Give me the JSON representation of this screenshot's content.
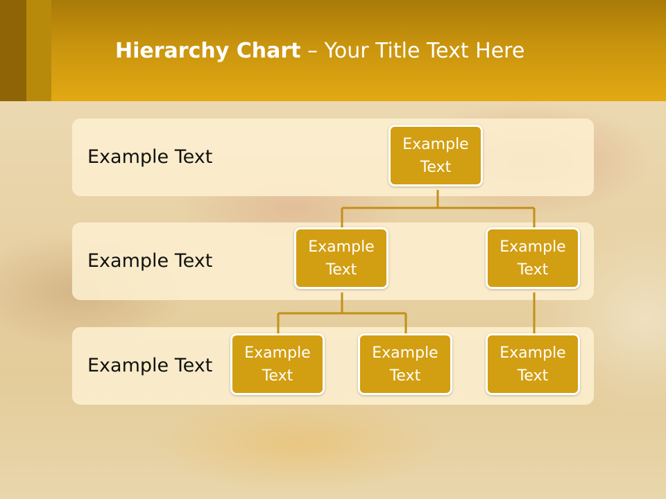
{
  "title": {
    "bold": "Hierarchy Chart",
    "dash": " – ",
    "rest": "Your Title Text Here"
  },
  "levels": [
    {
      "label": "Example Text"
    },
    {
      "label": "Example Text"
    },
    {
      "label": "Example Text"
    }
  ],
  "nodes": {
    "root": {
      "line1": "Example",
      "line2": "Text"
    },
    "l2a": {
      "line1": "Example",
      "line2": "Text"
    },
    "l2b": {
      "line1": "Example",
      "line2": "Text"
    },
    "l3a": {
      "line1": "Example",
      "line2": "Text"
    },
    "l3b": {
      "line1": "Example",
      "line2": "Text"
    },
    "l3c": {
      "line1": "Example",
      "line2": "Text"
    }
  },
  "colors": {
    "accent": "#d29e12",
    "connector": "#c29018",
    "header": "#e2a913"
  }
}
